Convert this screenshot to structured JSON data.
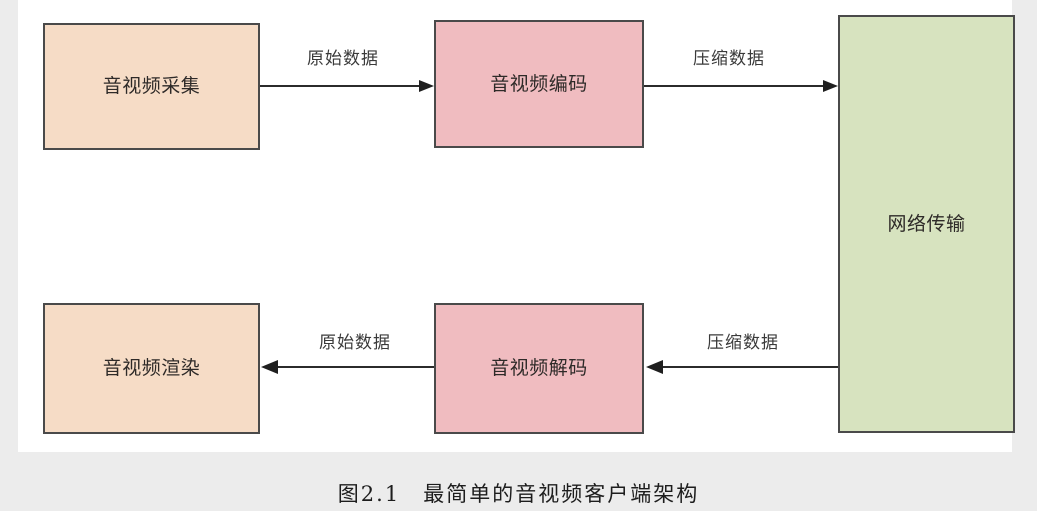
{
  "figure": {
    "caption": "图2.1　最简单的音视频客户端架构",
    "page_background": "#ececec",
    "canvas_background": "#ffffff",
    "border_color": "#4a4a4a",
    "edge_color": "#2b2b2b"
  },
  "nodes": [
    {
      "id": "capture",
      "label": "音视频采集",
      "fill": "#f6dcc6"
    },
    {
      "id": "encode",
      "label": "音视频编码",
      "fill": "#f0bcc0"
    },
    {
      "id": "network",
      "label": "网络传输",
      "fill": "#d7e3bf"
    },
    {
      "id": "decode",
      "label": "音视频解码",
      "fill": "#f0bcc0"
    },
    {
      "id": "render",
      "label": "音视频渲染",
      "fill": "#f6dcc6"
    }
  ],
  "edges": [
    {
      "id": "capture-to-encode",
      "label": "原始数据",
      "from": "capture",
      "to": "encode",
      "direction": "right"
    },
    {
      "id": "encode-to-network",
      "label": "压缩数据",
      "from": "encode",
      "to": "network",
      "direction": "right"
    },
    {
      "id": "network-to-decode",
      "label": "压缩数据",
      "from": "network",
      "to": "decode",
      "direction": "left"
    },
    {
      "id": "decode-to-render",
      "label": "原始数据",
      "from": "decode",
      "to": "render",
      "direction": "left"
    }
  ]
}
